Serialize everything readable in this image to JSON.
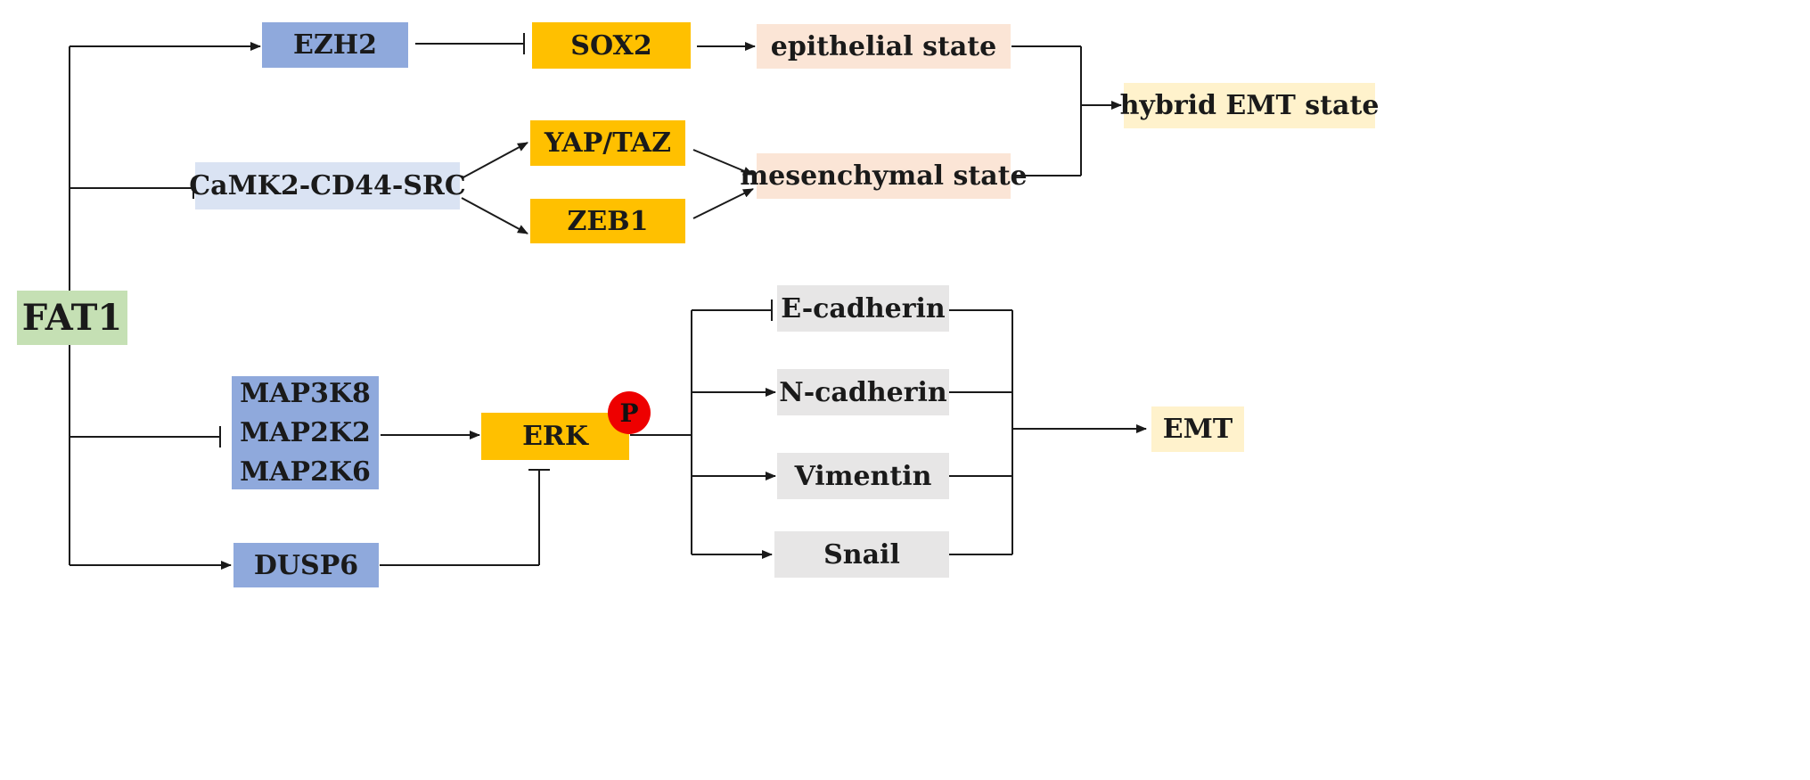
{
  "colors": {
    "blue": "#8fa9dc",
    "gold": "#ffc000",
    "peach": "#fbe5d6",
    "cream": "#fff2cc",
    "lavender": "#dae3f3",
    "green": "#c5e0b4",
    "grey": "#e7e6e6",
    "phospho_badge": "#ee0000",
    "line": "#1a1a1a"
  },
  "nodes": {
    "fat1": "FAT1",
    "ezh2": "EZH2",
    "sox2": "SOX2",
    "epithelial": "epithelial  state",
    "hybrid": "hybrid  EMT  state",
    "camk2": "CaMK2-CD44-SRC",
    "yap_taz": "YAP/TAZ",
    "zeb1": "ZEB1",
    "mesenchymal": "mesenchymal  state",
    "map3k8": "MAP3K8",
    "map2k2": "MAP2K2",
    "map2k6": "MAP2K6",
    "erk": "ERK",
    "phospho": "P",
    "dusp6": "DUSP6",
    "e_cadherin": "E-cadherin",
    "n_cadherin": "N-cadherin",
    "vimentin": "Vimentin",
    "snail": "Snail",
    "emt": "EMT"
  }
}
